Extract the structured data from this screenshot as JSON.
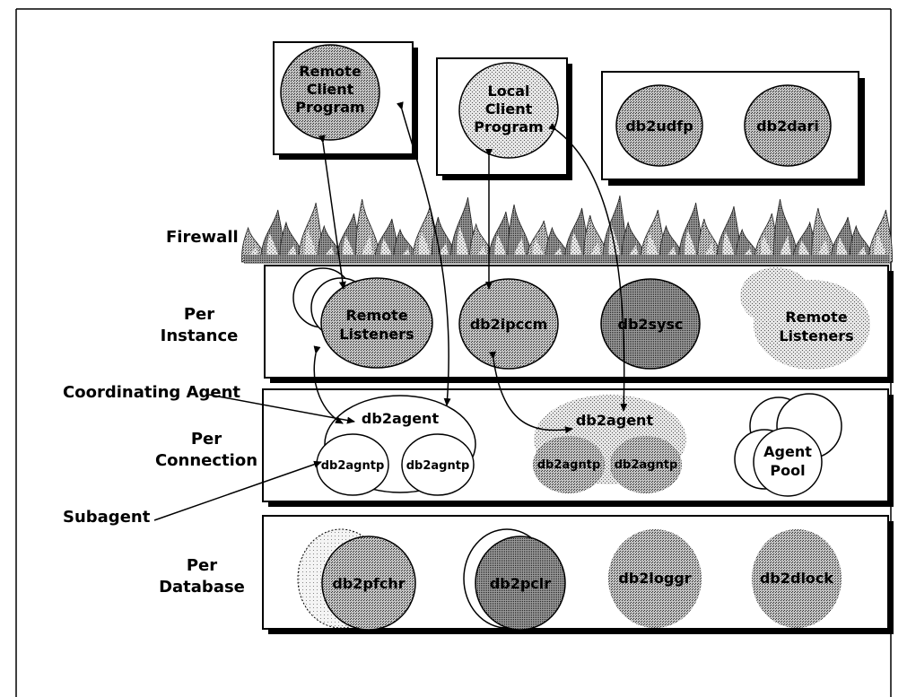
{
  "labels": {
    "firewall": "Firewall",
    "per_instance": [
      "Per",
      "Instance"
    ],
    "per_connection": [
      "Per",
      "Connection"
    ],
    "per_database": [
      "Per",
      "Database"
    ],
    "coordinating_agent": "Coordinating Agent",
    "subagent": "Subagent"
  },
  "clients": {
    "remote": [
      "Remote",
      "Client",
      "Program"
    ],
    "local": [
      "Local",
      "Client",
      "Program"
    ],
    "udf": "db2udfp",
    "dari": "db2dari"
  },
  "instance": {
    "remote_listeners_left": [
      "Remote",
      "Listeners"
    ],
    "ipccm": "db2ipccm",
    "sysc": "db2sysc",
    "remote_listeners_right": [
      "Remote",
      "Listeners"
    ]
  },
  "connection": {
    "agent_left": "db2agent",
    "agntp_left_1": "db2agntp",
    "agntp_left_2": "db2agntp",
    "agent_right": "db2agent",
    "agntp_right_1": "db2agntp",
    "agntp_right_2": "db2agntp",
    "agent_pool": [
      "Agent",
      "Pool"
    ]
  },
  "database": {
    "pfchr": "db2pfchr",
    "pclr": "db2pclr",
    "loggr": "db2loggr",
    "dlock": "db2dlock"
  },
  "colors": {
    "stipple_light": "#c9c9c9",
    "stipple_mid": "#a9a9a9",
    "stipple_dark": "#8a8a8a",
    "outline": "#000000"
  }
}
